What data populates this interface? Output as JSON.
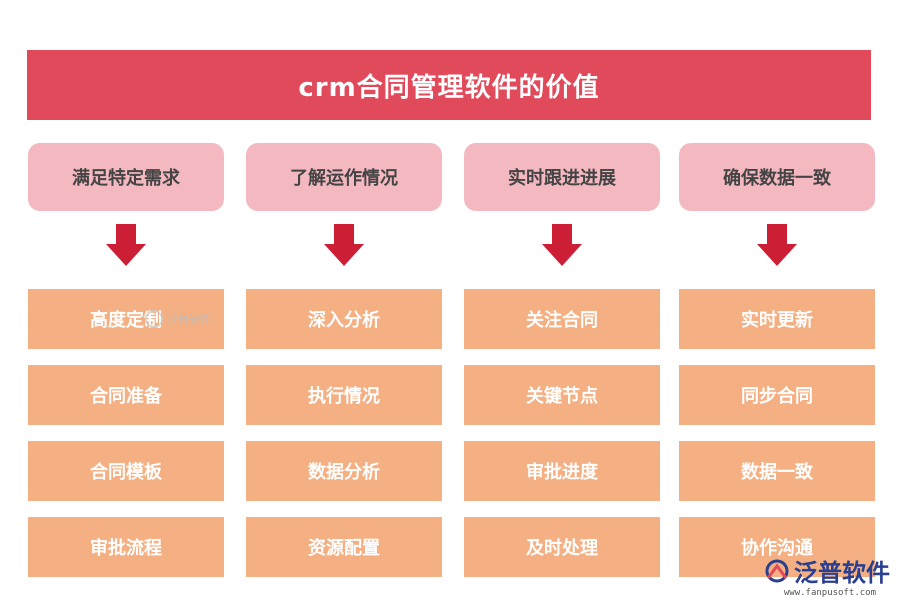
{
  "title": "crm合同管理软件的价值",
  "columns": [
    {
      "header": "满足特定需求",
      "items": [
        "高度定制",
        "合同准备",
        "合同模板",
        "审批流程"
      ]
    },
    {
      "header": "了解运作情况",
      "items": [
        "深入分析",
        "执行情况",
        "数据分析",
        "资源配置"
      ]
    },
    {
      "header": "实时跟进进展",
      "items": [
        "关注合同",
        "关键节点",
        "审批进度",
        "及时处理"
      ]
    },
    {
      "header": "确保数据一致",
      "items": [
        "实时更新",
        "同步合同",
        "数据一致",
        "协作沟通"
      ]
    }
  ],
  "watermark": {
    "text": "泛普软件"
  },
  "logo": {
    "text": "泛普软件",
    "url": "www.fanpusoft.com"
  },
  "colors": {
    "banner": "#e04a5a",
    "header": "#f4b8c0",
    "arrow": "#cc1f35",
    "item": "#f4b082"
  }
}
